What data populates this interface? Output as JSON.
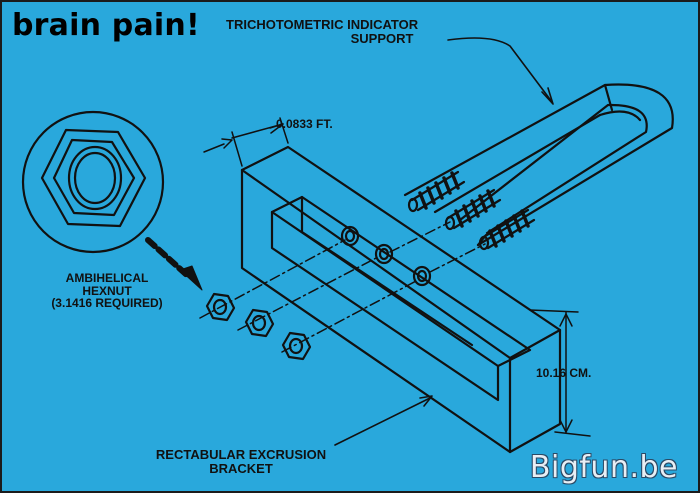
{
  "title": "brain pain!",
  "labels": {
    "support_line1": "TRICHOTOMETRIC INDICATOR",
    "support_line2": "SUPPORT",
    "thickness": "0.0833 FT.",
    "hexnut_line1": "AMBIHELICAL",
    "hexnut_line2": "HEXNUT",
    "hexnut_line3": "(3.1416 REQUIRED)",
    "length": "10.16 CM.",
    "bracket_line1": "RECTABULAR EXCRUSION",
    "bracket_line2": "BRACKET"
  },
  "watermark": "Bigfun.be",
  "colors": {
    "background": "#29a8dc",
    "ink": "#111111"
  }
}
